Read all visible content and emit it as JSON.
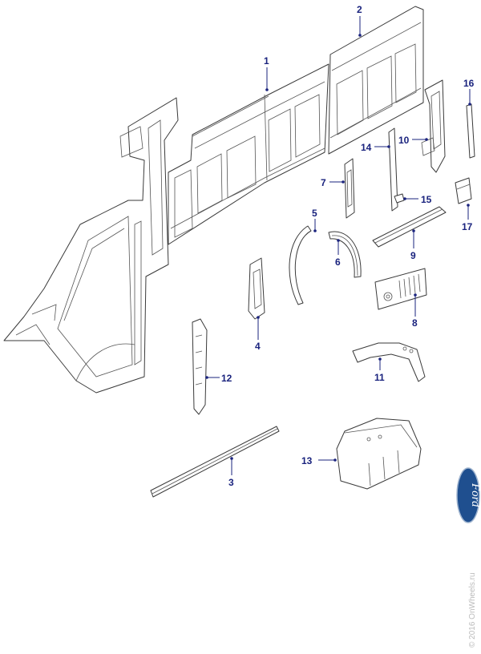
{
  "callouts": [
    "1",
    "2",
    "3",
    "4",
    "5",
    "6",
    "7",
    "8",
    "9",
    "10",
    "11",
    "12",
    "13",
    "14",
    "15",
    "16",
    "17"
  ],
  "watermark": "© 2016 OnWheels.ru",
  "logo_text": "Ford",
  "colors": {
    "callout": "#1a237e",
    "line": "#3a3a3a",
    "logo": "#1f4f8f"
  }
}
